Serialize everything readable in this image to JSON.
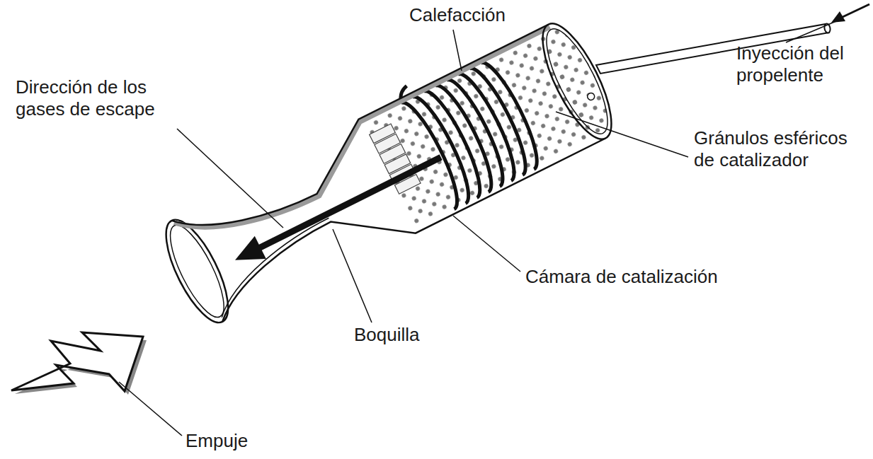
{
  "diagram": {
    "labels": [
      "Calefacción",
      "Inyección del propelente",
      "Dirección de los gases de escape",
      "Gránulos esféricos de catalizador",
      "Cámara de catalización",
      "Boquilla",
      "Empuje"
    ]
  }
}
